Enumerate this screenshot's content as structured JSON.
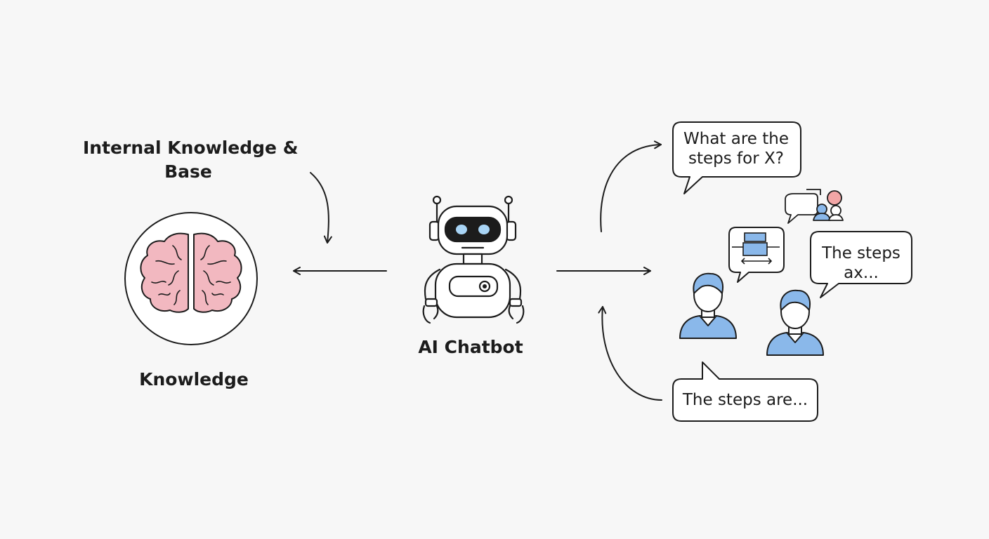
{
  "knowledge_base": {
    "title_line1": "Internal Knowledge &",
    "title_line2": "Base",
    "label": "Knowledge",
    "icon": "brain-icon",
    "brain_color": "#f2b8c0"
  },
  "chatbot": {
    "label": "AI Chatbot",
    "icon": "robot-icon",
    "eye_color": "#a8d4f5"
  },
  "conversation": {
    "question_line1": "What are the",
    "question_line2": "steps for X?",
    "reply_line1": "The steps",
    "reply_line2": "ax...",
    "answer": "The steps are...",
    "user_color": "#8ab8ea",
    "accent_color": "#f2a6a6"
  },
  "colors": {
    "background": "#f7f7f7",
    "stroke": "#1c1c1c"
  }
}
